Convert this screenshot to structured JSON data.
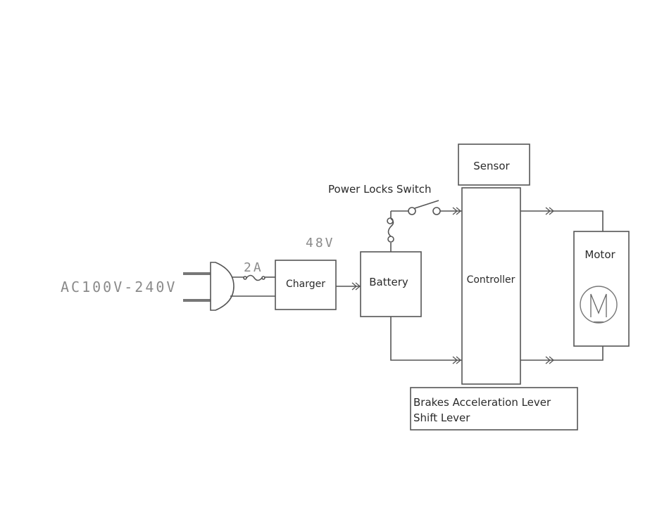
{
  "diagram": {
    "title": "Electric bike wiring block diagram",
    "labels": {
      "input_voltage": "AC100V-240V",
      "fuse_rating": "2A",
      "battery_voltage": "48V",
      "switch_label": "Power Locks Switch"
    },
    "blocks": {
      "charger": "Charger",
      "battery": "Battery",
      "controller": "Controller",
      "sensor": "Sensor",
      "motor": "Motor",
      "motor_symbol": "M",
      "inputs_line1": "Brakes  Acceleration Lever",
      "inputs_line2": "Shift Lever"
    },
    "colors": {
      "line": "#555555",
      "text": "#2a2a2a",
      "thin_text": "#8a8a8a"
    }
  }
}
